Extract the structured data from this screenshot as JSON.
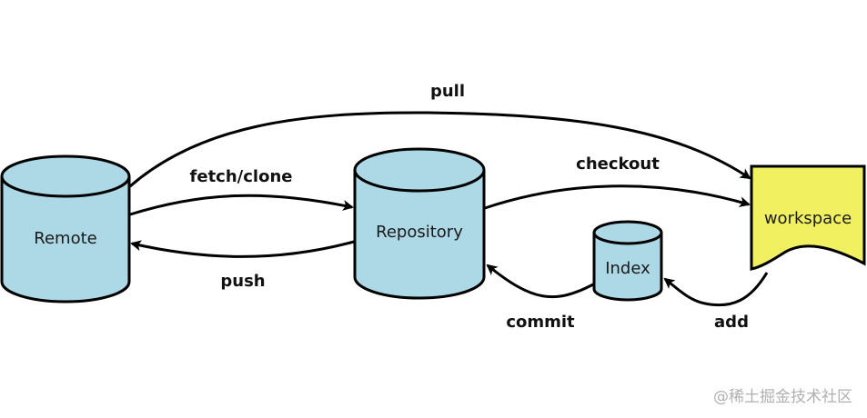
{
  "nodes": {
    "remote": {
      "label": "Remote"
    },
    "repository": {
      "label": "Repository"
    },
    "index": {
      "label": "Index"
    },
    "workspace": {
      "label": "workspace"
    }
  },
  "edges": {
    "pull": {
      "label": "pull"
    },
    "fetch_clone": {
      "label": "fetch/clone"
    },
    "push": {
      "label": "push"
    },
    "checkout": {
      "label": "checkout"
    },
    "commit": {
      "label": "commit"
    },
    "add": {
      "label": "add"
    }
  },
  "watermark": "@稀土掘金技术社区",
  "colors": {
    "cylinder_fill": "#add8e6",
    "workspace_fill": "#f0f060",
    "stroke": "#000000"
  }
}
